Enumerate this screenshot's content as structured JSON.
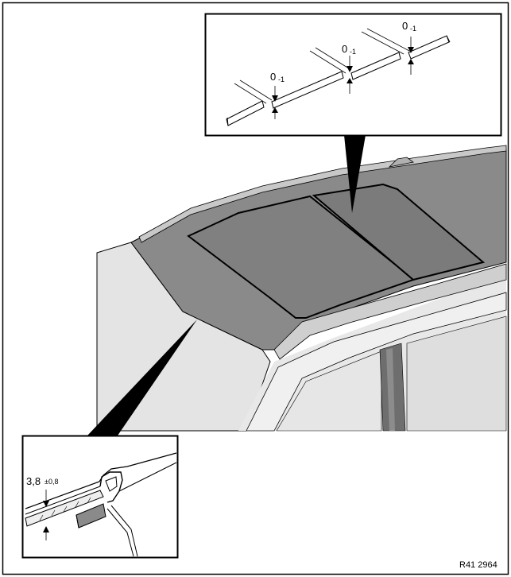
{
  "diagram": {
    "reference_code": "R41 2964",
    "top_detail": {
      "dimension_labels": [
        {
          "value": "0",
          "tolerance": "-1"
        },
        {
          "value": "0",
          "tolerance": "-1"
        },
        {
          "value": "0",
          "tolerance": "-1"
        }
      ]
    },
    "bottom_detail": {
      "dimension_value": "3,8",
      "dimension_tolerance": "±0,8"
    }
  },
  "colors": {
    "line": "#000000",
    "body_light": "#dcdcdc",
    "roof_panel": "#8a8a8a",
    "roof_dark": "#7b7b7b",
    "rail": "#c8c8c8",
    "pillar": "#6e6e6e",
    "glass": "#d6d6d6"
  }
}
